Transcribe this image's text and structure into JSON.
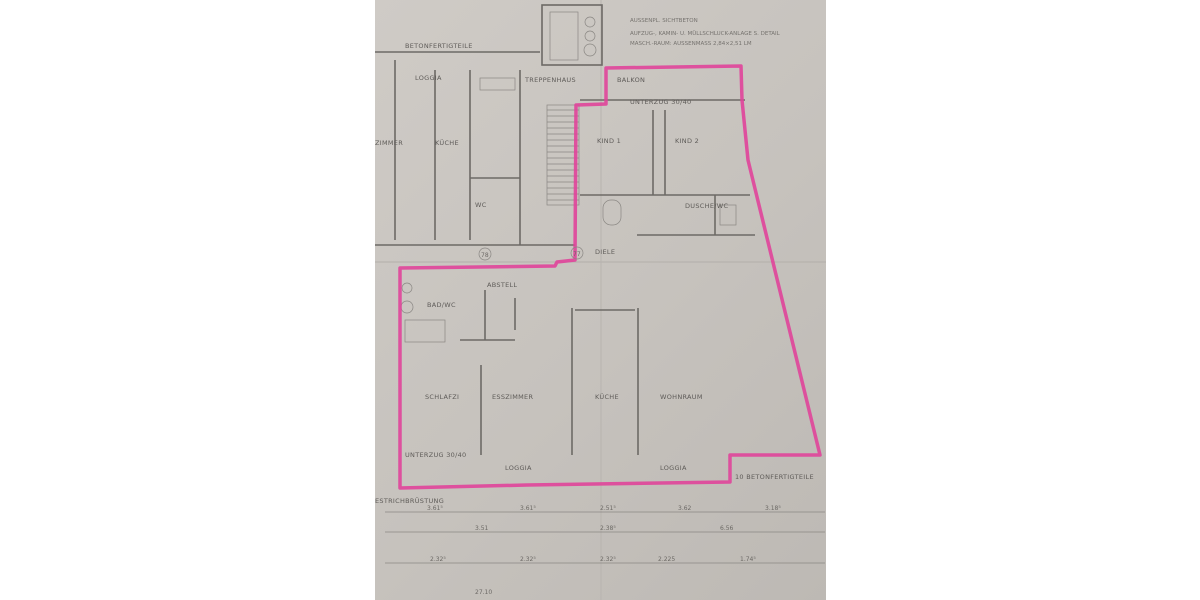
{
  "notes": [
    "AUSSENPL. SICHTBETON",
    "AUFZUG-, KAMIN- U. MÜLLSCHLUCK-ANLAGE S. DETAIL",
    "MASCH.-RAUM: AUSSENMASS 2,84×2,51 LM"
  ],
  "rooms": {
    "balkon": "BALKON",
    "unterzug_top": "UNTERZUG 30/40",
    "kind1": "KIND 1",
    "kind2": "KIND 2",
    "dusche": "DUSCHE/WC",
    "diele": "DIELE",
    "abstell": "ABSTELL",
    "bad": "BAD/WC",
    "schlafzi": "SCHLAFZI",
    "esszimmer": "ESSZIMMER",
    "kueche": "KÜCHE",
    "wohnraum": "WOHNRAUM",
    "loggia1": "LOGGIA",
    "loggia2": "LOGGIA",
    "unterzug_bottom": "UNTERZUG 30/40",
    "treppenhaus": "TREPPENHAUS",
    "wc_left": "WC",
    "kueche_left": "KÜCHE",
    "loggia_left": "LOGGIA",
    "fertigteile": "10 BETONFERTIGTEILE",
    "fertigteile_left": "BETONFERTIGTEILE",
    "estrich": "ESTRICHBRÜSTUNG",
    "zimmer_left": "ZIMMER"
  },
  "markers": [
    "77",
    "78"
  ],
  "dimensions": {
    "row1": [
      "3.61⁵",
      "3.61⁵",
      "2.51⁵",
      "3.62",
      "3.18⁵"
    ],
    "row2": [
      "3.51",
      "2.38⁵",
      "6.56"
    ],
    "row3": [
      "2.32⁵",
      "2.32⁵",
      "2.32⁵",
      "2.225",
      "1.74⁵"
    ],
    "total": "27.10"
  }
}
